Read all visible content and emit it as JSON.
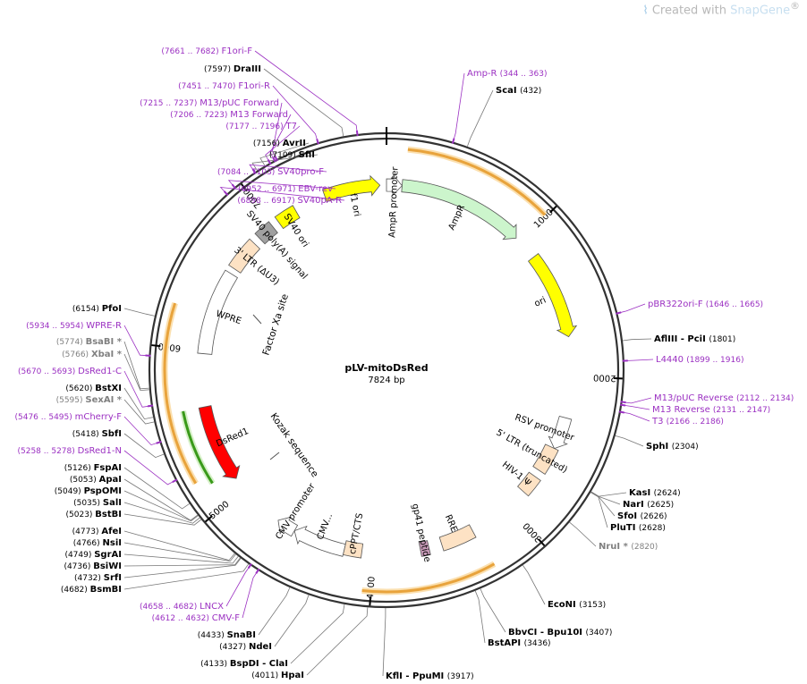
{
  "brand": {
    "prefix": "Created with ",
    "name": "SnapGene",
    "mark": "®"
  },
  "plasmid": {
    "name": "pLV-mitoDsRed",
    "length_label": "7824 bp",
    "length": 7824
  },
  "ticks": [
    {
      "bp": 1000,
      "label": "1000"
    },
    {
      "bp": 2000,
      "label": "2000"
    },
    {
      "bp": 3000,
      "label": "3000"
    },
    {
      "bp": 4000,
      "label": "4000"
    },
    {
      "bp": 5000,
      "label": "5000"
    },
    {
      "bp": 6000,
      "label": "6000"
    },
    {
      "bp": 7000,
      "label": "7000"
    }
  ],
  "labels_left": [
    {
      "range": "(7661 .. 7682)",
      "name": "F1ori-F",
      "kind": "primer",
      "bp": 7671
    },
    {
      "range": "(7597)",
      "name": "DraIII",
      "kind": "enzyme",
      "bp": 7597
    },
    {
      "range": "(7451 .. 7470)",
      "name": "F1ori-R",
      "kind": "primer",
      "bp": 7460
    },
    {
      "range": "(7215 .. 7237)",
      "name": "M13/pUC Forward",
      "kind": "primer",
      "bp": 7226
    },
    {
      "range": "(7206 .. 7223)",
      "name": "M13 Forward",
      "kind": "primer",
      "bp": 7214
    },
    {
      "range": "(7177 .. 7196)",
      "name": "T7",
      "kind": "primer",
      "bp": 7186
    },
    {
      "range": "(7156)",
      "name": "AvrII",
      "kind": "enzyme",
      "bp": 7156
    },
    {
      "range": "(7109)",
      "name": "SfiI",
      "kind": "enzyme",
      "bp": 7109
    },
    {
      "range": "(7084 .. 7103)",
      "name": "SV40pro-F",
      "kind": "primer",
      "bp": 7093
    },
    {
      "range": "(6952 .. 6971)",
      "name": "EBV-rev",
      "kind": "primer",
      "bp": 6961
    },
    {
      "range": "(6898 .. 6917)",
      "name": "SV40pA-R",
      "kind": "primer",
      "bp": 6907
    },
    {
      "range": "(6154)",
      "name": "PfoI",
      "kind": "enzyme",
      "bp": 6154
    },
    {
      "range": "(5934 .. 5954)",
      "name": "WPRE-R",
      "kind": "primer",
      "bp": 5944
    },
    {
      "range": "(5774)",
      "name": "BsaBI *",
      "kind": "gray",
      "bp": 5774
    },
    {
      "range": "(5766)",
      "name": "XbaI *",
      "kind": "gray",
      "bp": 5766
    },
    {
      "range": "(5670 .. 5693)",
      "name": "DsRed1-C",
      "kind": "primer",
      "bp": 5681
    },
    {
      "range": "(5620)",
      "name": "BstXI",
      "kind": "enzyme",
      "bp": 5620
    },
    {
      "range": "(5595)",
      "name": "SexAI *",
      "kind": "gray",
      "bp": 5595
    },
    {
      "range": "(5476 .. 5495)",
      "name": "mCherry-F",
      "kind": "primer",
      "bp": 5485
    },
    {
      "range": "(5418)",
      "name": "SbfI",
      "kind": "enzyme",
      "bp": 5418
    },
    {
      "range": "(5258 .. 5278)",
      "name": "DsRed1-N",
      "kind": "primer",
      "bp": 5268
    },
    {
      "range": "(5126)",
      "name": "FspAI",
      "kind": "enzyme",
      "bp": 5126
    },
    {
      "range": "(5053)",
      "name": "ApaI",
      "kind": "enzyme",
      "bp": 5053
    },
    {
      "range": "(5049)",
      "name": "PspOMI",
      "kind": "enzyme",
      "bp": 5049
    },
    {
      "range": "(5035)",
      "name": "SalI",
      "kind": "enzyme",
      "bp": 5035
    },
    {
      "range": "(5023)",
      "name": "BstBI",
      "kind": "enzyme",
      "bp": 5023
    },
    {
      "range": "(4773)",
      "name": "AfeI",
      "kind": "enzyme",
      "bp": 4773
    },
    {
      "range": "(4766)",
      "name": "NsiI",
      "kind": "enzyme",
      "bp": 4766
    },
    {
      "range": "(4749)",
      "name": "SgrAI",
      "kind": "enzyme",
      "bp": 4749
    },
    {
      "range": "(4736)",
      "name": "BsiWI",
      "kind": "enzyme",
      "bp": 4736
    },
    {
      "range": "(4732)",
      "name": "SrfI",
      "kind": "enzyme",
      "bp": 4732
    },
    {
      "range": "(4682)",
      "name": "BsmBI",
      "kind": "enzyme",
      "bp": 4682
    },
    {
      "range": "(4658 .. 4682)",
      "name": "LNCX",
      "kind": "primer",
      "bp": 4670
    },
    {
      "range": "(4612 .. 4632)",
      "name": "CMV-F",
      "kind": "primer",
      "bp": 4622
    },
    {
      "range": "(4433)",
      "name": "SnaBI",
      "kind": "enzyme",
      "bp": 4433
    },
    {
      "range": "(4327)",
      "name": "NdeI",
      "kind": "enzyme",
      "bp": 4327
    },
    {
      "range": "(4133)",
      "name": "BspDI - ClaI",
      "kind": "enzyme",
      "bp": 4133
    },
    {
      "range": "(4011)",
      "name": "HpaI",
      "kind": "enzyme",
      "bp": 4011
    }
  ],
  "labels_right": [
    {
      "name": "Amp-R",
      "range": "(344 .. 363)",
      "kind": "primer",
      "bp": 353
    },
    {
      "name": "ScaI",
      "range": "(432)",
      "kind": "enzyme",
      "bp": 432
    },
    {
      "name": "pBR322ori-F",
      "range": "(1646 .. 1665)",
      "kind": "primer",
      "bp": 1655
    },
    {
      "name": "AflIII - PciI",
      "range": "(1801)",
      "kind": "enzyme",
      "bp": 1801
    },
    {
      "name": "L4440",
      "range": "(1899 .. 1916)",
      "kind": "primer",
      "bp": 1907
    },
    {
      "name": "M13/pUC Reverse",
      "range": "(2112 .. 2134)",
      "kind": "primer",
      "bp": 2123
    },
    {
      "name": "M13 Reverse",
      "range": "(2131 .. 2147)",
      "kind": "primer",
      "bp": 2139
    },
    {
      "name": "T3",
      "range": "(2166 .. 2186)",
      "kind": "primer",
      "bp": 2176
    },
    {
      "name": "SphI",
      "range": "(2304)",
      "kind": "enzyme",
      "bp": 2304
    },
    {
      "name": "KasI",
      "range": "(2624)",
      "kind": "enzyme",
      "bp": 2624
    },
    {
      "name": "NarI",
      "range": "(2625)",
      "kind": "enzyme",
      "bp": 2625
    },
    {
      "name": "SfoI",
      "range": "(2626)",
      "kind": "enzyme",
      "bp": 2626
    },
    {
      "name": "PluTI",
      "range": "(2628)",
      "kind": "enzyme",
      "bp": 2628
    },
    {
      "name": "NruI *",
      "range": "(2820)",
      "kind": "gray",
      "bp": 2820
    },
    {
      "name": "EcoNI",
      "range": "(3153)",
      "kind": "enzyme",
      "bp": 3153
    },
    {
      "name": "BbvCI - Bpu10I",
      "range": "(3407)",
      "kind": "enzyme",
      "bp": 3407
    },
    {
      "name": "BstAPI",
      "range": "(3436)",
      "kind": "enzyme",
      "bp": 3436
    },
    {
      "name": "KflI - PpuMI",
      "range": "(3917)",
      "kind": "enzyme",
      "bp": 3917
    }
  ],
  "features": [
    {
      "name": "f1 ori",
      "start": 7400,
      "end": 7780,
      "dir": 1,
      "type": "arrow",
      "color": "#ffff00"
    },
    {
      "name": "AmpR promoter",
      "start": 0,
      "end": 105,
      "dir": 1,
      "type": "arrow",
      "color": "#ffffff"
    },
    {
      "name": "AmpR",
      "start": 105,
      "end": 966,
      "dir": 1,
      "type": "arrow",
      "color": "#ccf5cc"
    },
    {
      "name": "ori",
      "start": 1140,
      "end": 1730,
      "dir": 1,
      "type": "arrow",
      "color": "#ffff00"
    },
    {
      "name": "RSV promoter",
      "start": 2280,
      "end": 2500,
      "dir": 1,
      "type": "arrow",
      "color": "#ffffff"
    },
    {
      "name": "5' LTR (truncated)",
      "start": 2500,
      "end": 2680,
      "dir": 0,
      "type": "box",
      "color": "#fde2c4"
    },
    {
      "name": "HIV-1 Ψ",
      "start": 2730,
      "end": 2860,
      "dir": 0,
      "type": "box",
      "color": "#fde2c4"
    },
    {
      "name": "RRE",
      "start": 3300,
      "end": 3530,
      "dir": 0,
      "type": "box",
      "color": "#fde2c4"
    },
    {
      "name": "gp41 peptide",
      "start": 3620,
      "end": 3680,
      "dir": 0,
      "type": "box",
      "color": "#c89ab8"
    },
    {
      "name": "cPPT/CTS",
      "start": 4080,
      "end": 4200,
      "dir": 0,
      "type": "box",
      "color": "#fde2c4"
    },
    {
      "name": "CMV...",
      "start": 4200,
      "end": 4560,
      "dir": 1,
      "type": "arrow",
      "color": "#ffffff"
    },
    {
      "name": "CMV promoter",
      "start": 4560,
      "end": 4690,
      "dir": 1,
      "type": "arrow",
      "color": "#ffffff"
    },
    {
      "name": "DsRed1",
      "start": 5090,
      "end": 5620,
      "dir": -1,
      "type": "arrow",
      "color": "#ff0000"
    },
    {
      "name": "WPRE",
      "start": 5980,
      "end": 6560,
      "dir": 0,
      "type": "box",
      "color": "#ffffff"
    },
    {
      "name": "3' LTR (ΔU3)",
      "start": 6600,
      "end": 6820,
      "dir": 0,
      "type": "box",
      "color": "#fde2c4"
    },
    {
      "name": "SV40 poly(A) signal",
      "start": 6870,
      "end": 6990,
      "dir": 0,
      "type": "box",
      "color": "#a0a0a0"
    },
    {
      "name": "SV40 ori",
      "start": 7040,
      "end": 7180,
      "dir": 0,
      "type": "box",
      "color": "#ffff00"
    }
  ],
  "inner_labels": [
    {
      "name": "Factor Xa site"
    },
    {
      "name": "Kozak sequence"
    }
  ],
  "colors": {
    "primer": "#9b30c2",
    "enzyme": "#000000",
    "gray": "#808080",
    "orf": "#e8a33c",
    "orf_green": "#3a9a1a",
    "backbone": "#333333"
  }
}
